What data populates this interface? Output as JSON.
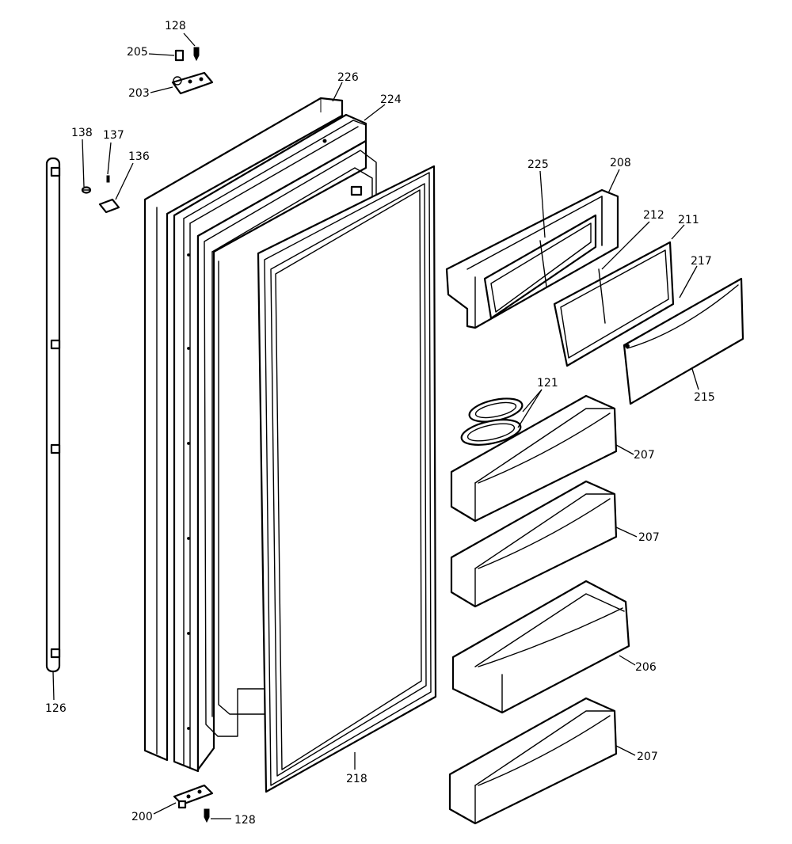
{
  "diagram": {
    "callouts": [
      {
        "id": "c128a",
        "text": "128"
      },
      {
        "id": "c205",
        "text": "205"
      },
      {
        "id": "c203",
        "text": "203"
      },
      {
        "id": "c226",
        "text": "226"
      },
      {
        "id": "c224",
        "text": "224"
      },
      {
        "id": "c138",
        "text": "138"
      },
      {
        "id": "c137",
        "text": "137"
      },
      {
        "id": "c136",
        "text": "136"
      },
      {
        "id": "c225",
        "text": "225"
      },
      {
        "id": "c208",
        "text": "208"
      },
      {
        "id": "c212",
        "text": "212"
      },
      {
        "id": "c211",
        "text": "211"
      },
      {
        "id": "c217",
        "text": "217"
      },
      {
        "id": "c215",
        "text": "215"
      },
      {
        "id": "c121",
        "text": "121"
      },
      {
        "id": "c207a",
        "text": "207"
      },
      {
        "id": "c207b",
        "text": "207"
      },
      {
        "id": "c206",
        "text": "206"
      },
      {
        "id": "c207c",
        "text": "207"
      },
      {
        "id": "c126",
        "text": "126"
      },
      {
        "id": "c218",
        "text": "218"
      },
      {
        "id": "c200",
        "text": "200"
      },
      {
        "id": "c128b",
        "text": "128"
      }
    ]
  }
}
